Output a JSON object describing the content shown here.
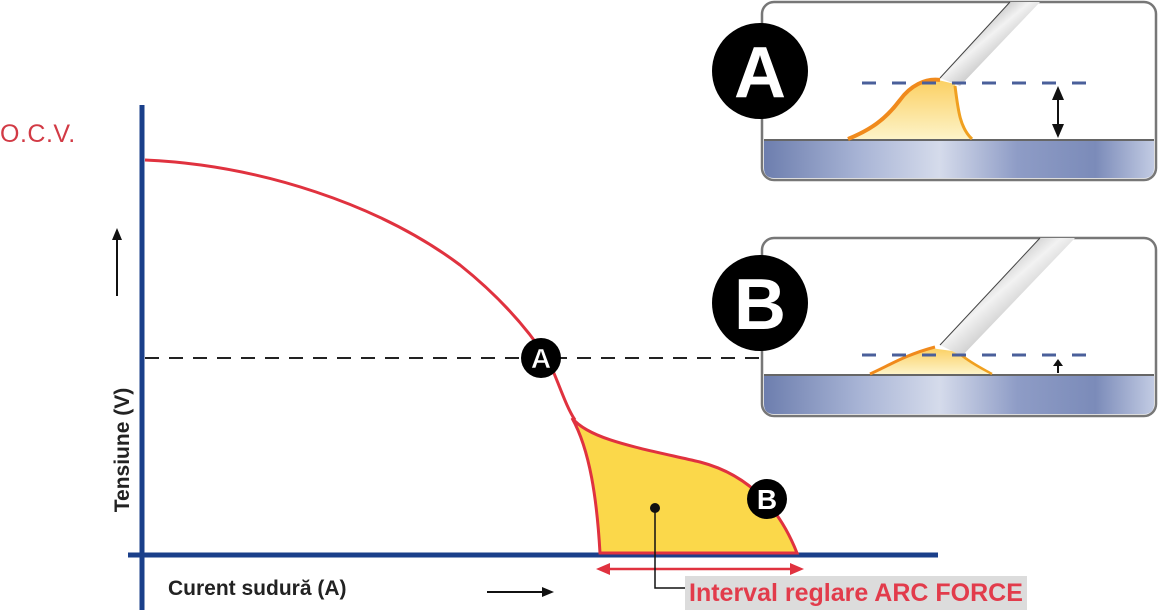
{
  "diagram": {
    "title": "Caracteristica tensiune-curent ARC FORCE",
    "ocv_label": "O.C.V.",
    "y_axis_label": "Tensiune (V)",
    "x_axis_label": "Curent sudură (A)",
    "range_label": "Interval reglare ARC FORCE",
    "points": [
      {
        "id": "A",
        "label": "A",
        "description": "operating point on the dashed reference voltage line"
      },
      {
        "id": "B",
        "label": "B",
        "description": "point on the ARC FORCE boosted tail"
      }
    ],
    "insets": [
      {
        "id": "A",
        "label": "A",
        "description": "long arc: electrode tip at dashed line, large arc gap above workpiece"
      },
      {
        "id": "B",
        "label": "B",
        "description": "short arc: electrode tip close to workpiece, small arc gap"
      }
    ],
    "colors": {
      "axis": "#1a3f8a",
      "curve": "#e0323f",
      "fill": "#fbd84a",
      "badge": "#000000",
      "workpiece": "#7d8db8",
      "label_bg": "#dcdcdc",
      "range_text": "#e23b4b"
    }
  }
}
